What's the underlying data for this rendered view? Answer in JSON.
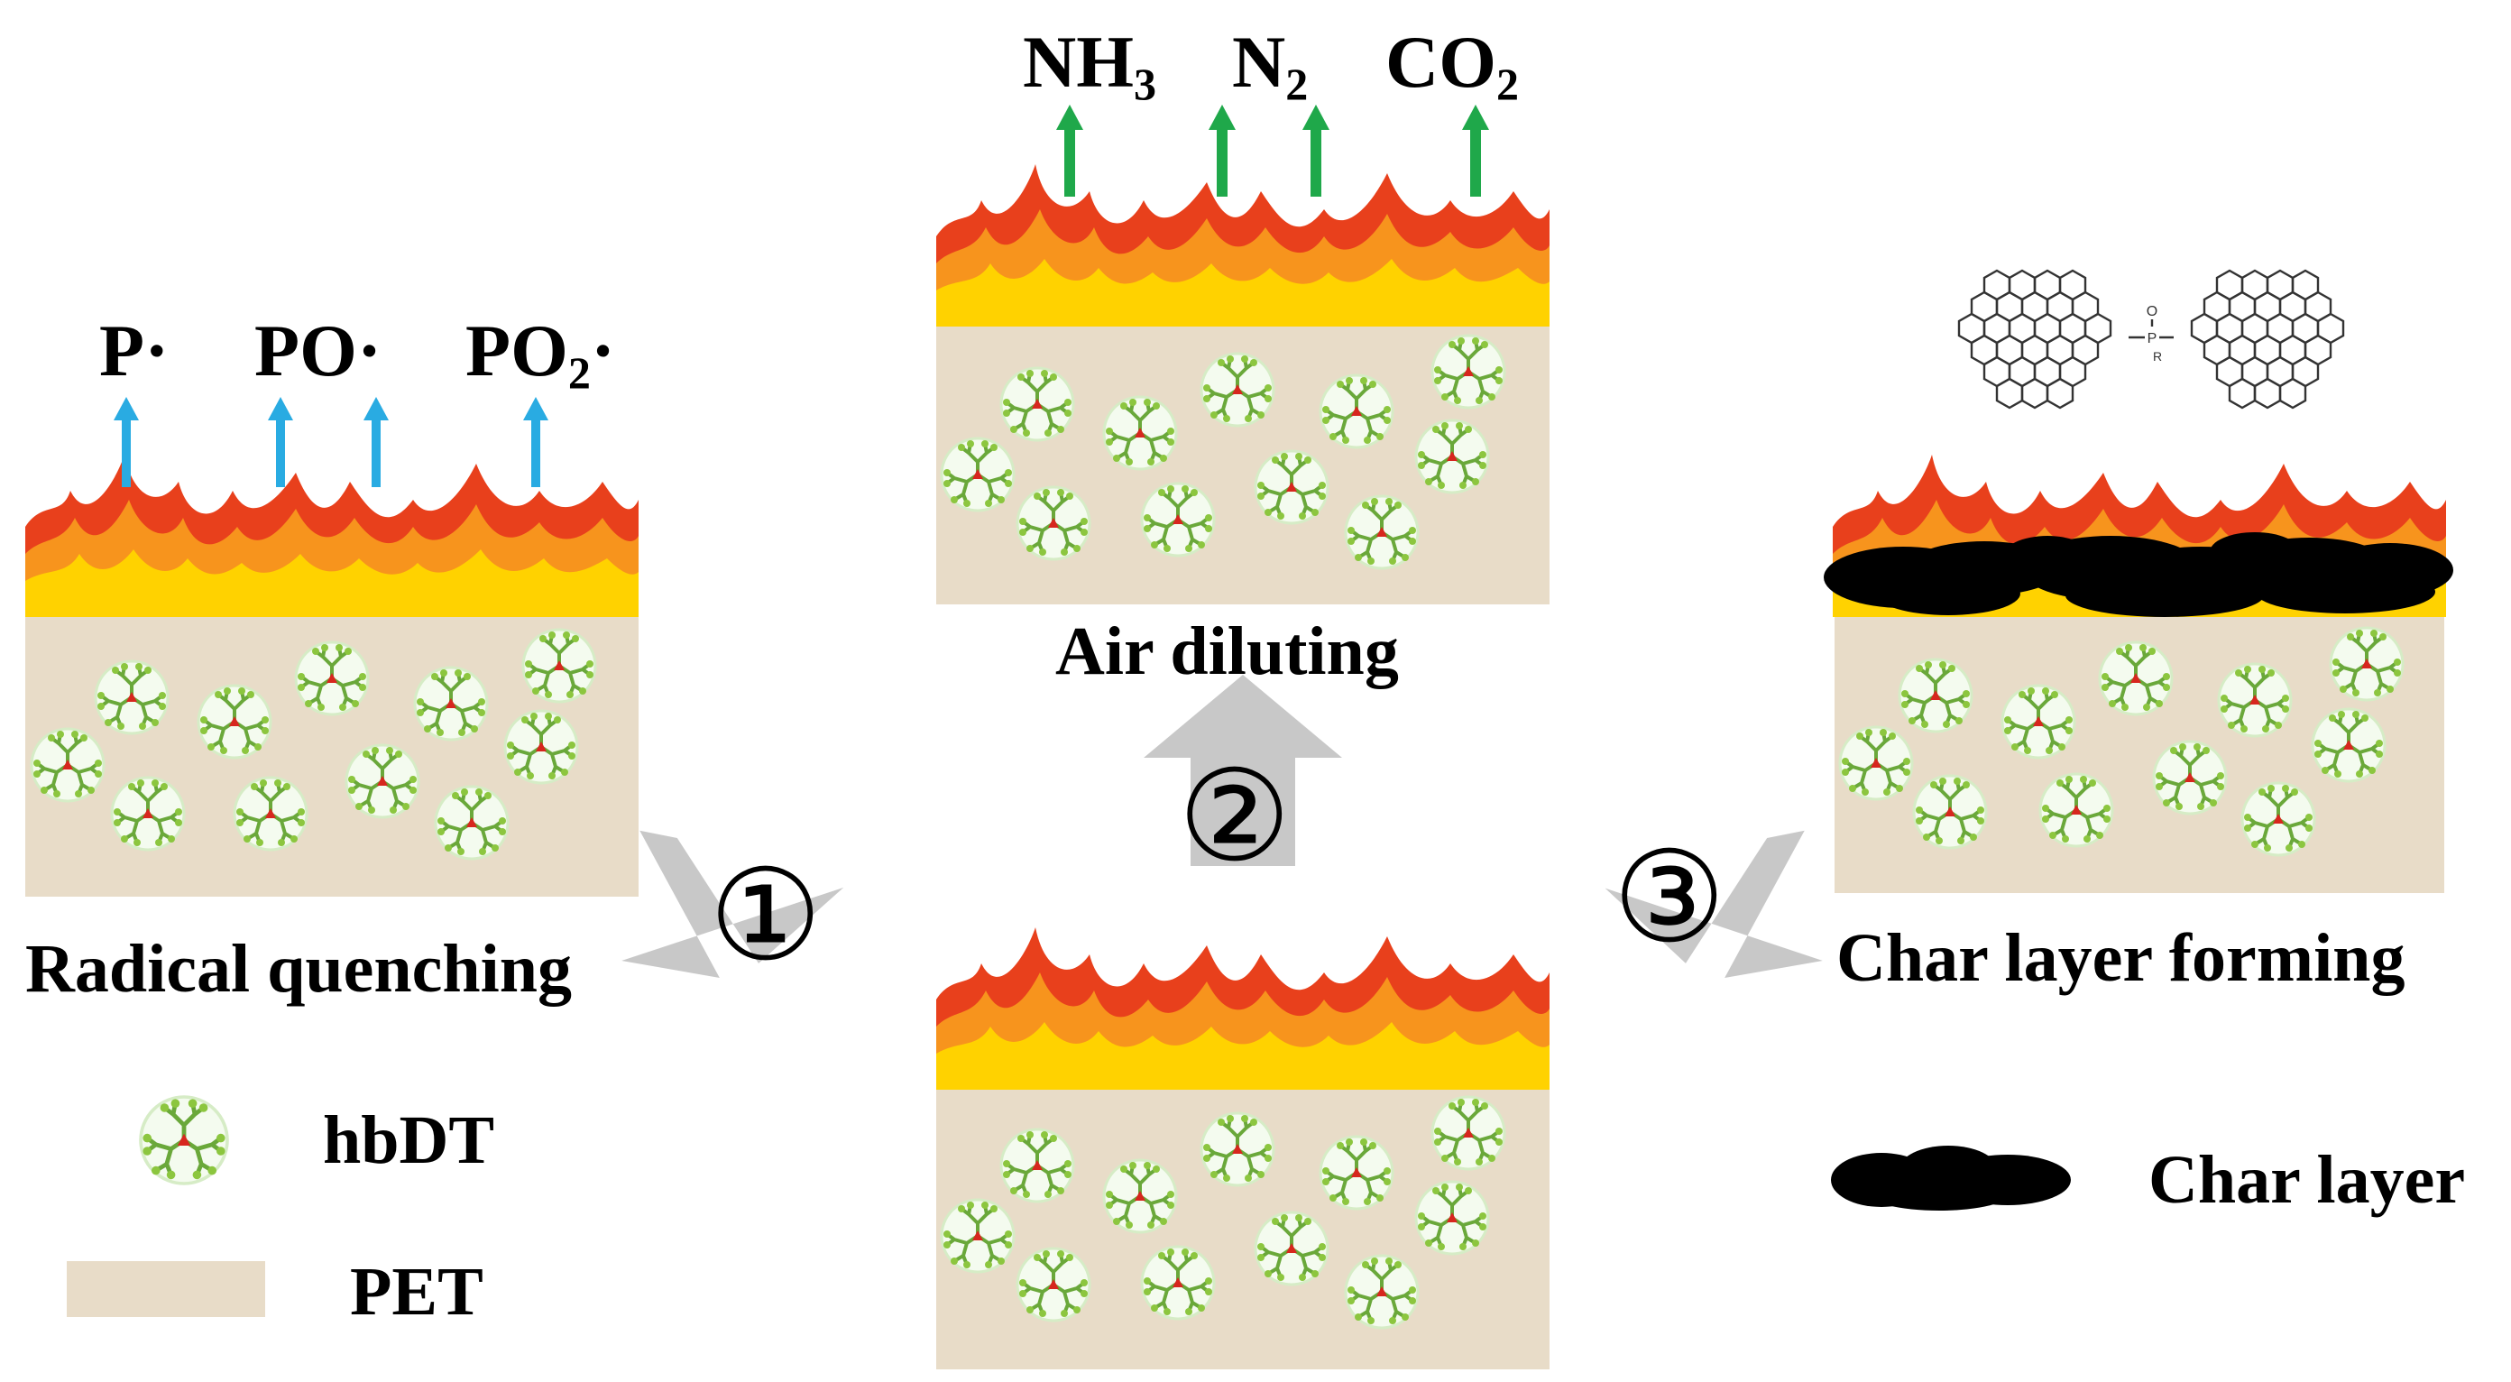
{
  "mechanisms": {
    "radical": {
      "title": "Radical quenching",
      "step": "①",
      "species": [
        {
          "base": "P",
          "sub": "",
          "tail": "·"
        },
        {
          "base": "PO",
          "sub": "",
          "tail": "·"
        },
        {
          "base": "PO",
          "sub": "2",
          "tail": "·"
        }
      ]
    },
    "air": {
      "title": "Air diluting",
      "step": "②",
      "species": [
        {
          "base": "NH",
          "sub": "3",
          "tail": ""
        },
        {
          "base": "N",
          "sub": "2",
          "tail": ""
        },
        {
          "base": "CO",
          "sub": "2",
          "tail": ""
        }
      ]
    },
    "char": {
      "title": "Char layer forming",
      "step": "③",
      "structure_atoms": [
        "O",
        "P",
        "R"
      ]
    }
  },
  "legend": {
    "hbdt": "hbDT",
    "pet": "PET",
    "char": "Char layer"
  },
  "colors": {
    "pet": "#e8dcc8",
    "radical_arrow": "#29abe2",
    "gas_arrow": "#1fa84a",
    "flame_outer": "#e8401c",
    "flame_mid": "#f7941d",
    "flame_inner": "#ffd200",
    "step_arrow": "#c8c8c8",
    "particle": "#6aa83a",
    "char": "#000000"
  }
}
